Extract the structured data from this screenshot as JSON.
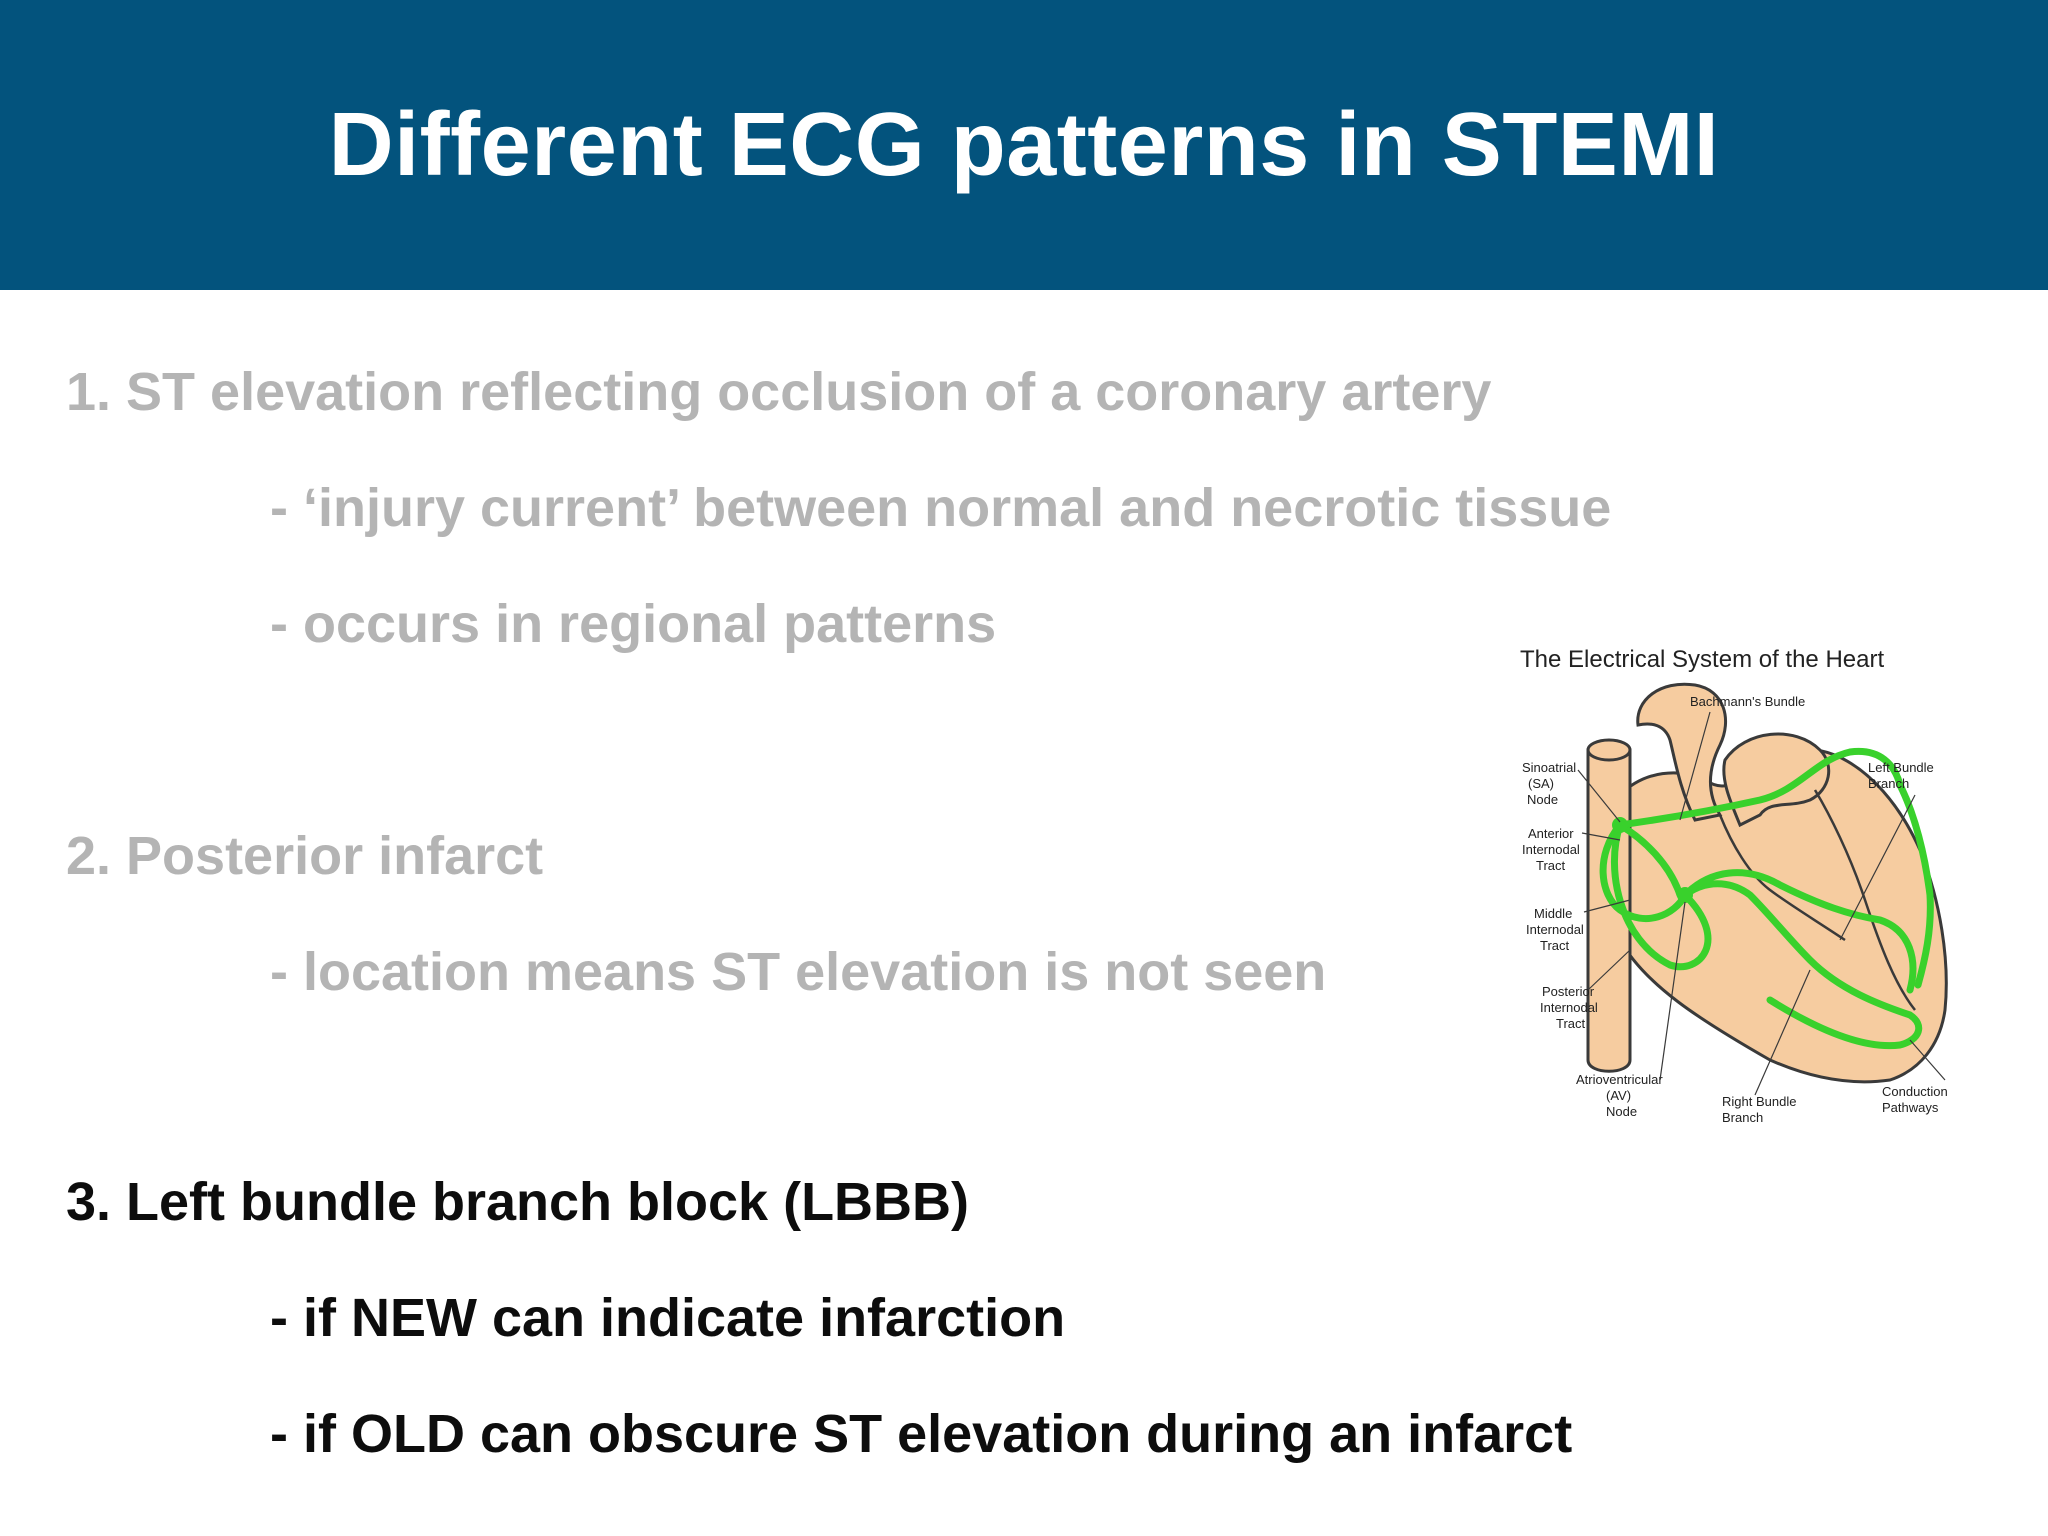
{
  "slide": {
    "title": "Different ECG patterns in STEMI",
    "sections": [
      {
        "heading": "1. ST elevation reflecting occlusion of a coronary artery",
        "bullets": [
          "- ‘injury current’ between normal and necrotic tissue",
          "- occurs in regional patterns"
        ]
      },
      {
        "heading": "2. Posterior infarct",
        "bullets": [
          "- location means ST elevation is not seen"
        ]
      },
      {
        "heading": "3. Left bundle branch block (LBBB)",
        "bullets": [
          "- if NEW can indicate infarction",
          "- if OLD can obscure ST elevation during an infarct"
        ]
      }
    ]
  },
  "diagram": {
    "title": "The Electrical System of the Heart",
    "labels": {
      "bachmann": "Bachmann's Bundle",
      "sa1": "Sinoatrial",
      "sa2": "(SA)",
      "sa3": "Node",
      "ant1": "Anterior",
      "ant2": "Internodal",
      "ant3": "Tract",
      "mid1": "Middle",
      "mid2": "Internodal",
      "mid3": "Tract",
      "post1": "Posterior",
      "post2": "Internodal",
      "post3": "Tract",
      "av1": "Atrioventricular",
      "av2": "(AV)",
      "av3": "Node",
      "rbb1": "Right Bundle",
      "rbb2": "Branch",
      "lbb1": "Left Bundle",
      "lbb2": "Branch",
      "cp1": "Conduction",
      "cp2": "Pathways"
    },
    "colors": {
      "heart": "#f6cca0",
      "outline": "#3a3a3a",
      "pathway": "#39d12c"
    }
  }
}
